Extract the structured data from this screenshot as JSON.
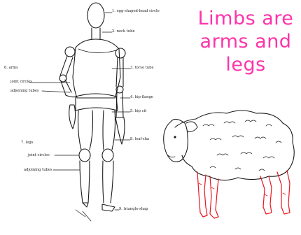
{
  "figure": {
    "labels": {
      "egg_head": "1. egg-shaped-head circle",
      "neck_tube": "2. neck tube",
      "torso_tube": "3. torso tube",
      "hip_flange": "4. hip flange",
      "hip_cut": "5. hip cit",
      "arms": "6. arms",
      "arm_joint_circles": "joint circles",
      "arm_adjoining_tubes": "adjoining tubes",
      "legs": "7. legs",
      "leg_joint_circles": "joint circles",
      "leg_adjoining_tubes": "adjoining tubes",
      "leaf_shape": "8. leaf-sha",
      "triangle_shape": "9. triangle-shap"
    }
  },
  "title": {
    "line1": "Limbs are",
    "line2": "arms and",
    "line3": "legs"
  },
  "colors": {
    "title": "#ff33aa",
    "sheep_legs": "#e8141e",
    "ink": "#1a1a1a"
  }
}
